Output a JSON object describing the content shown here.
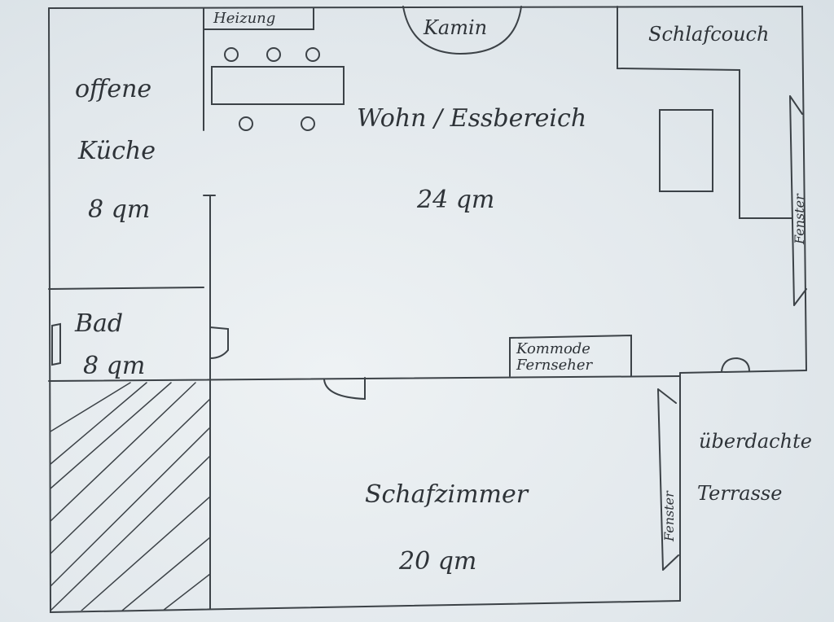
{
  "rooms": {
    "kitchen": {
      "name_line1": "offene",
      "name_line2": "Küche",
      "area": "8 qm"
    },
    "living": {
      "name": "Wohn / Essbereich",
      "area": "24 qm"
    },
    "bath": {
      "name": "Bad",
      "area": "8 qm"
    },
    "bedroom": {
      "name": "Schafzimmer",
      "area": "20 qm"
    },
    "terrace": {
      "name_line1": "überdachte",
      "name_line2": "Terrasse"
    }
  },
  "furniture": {
    "heater": "Heizung",
    "fireplace": "Kamin",
    "sofa_bed": "Schlafcouch",
    "dresser_line1": "Kommode",
    "dresser_line2": "Fernseher"
  },
  "windows": {
    "living": "Fenster",
    "bedroom": "Fenster"
  },
  "colors": {
    "paper": "#e4eaee",
    "ink": "#3c4247"
  }
}
